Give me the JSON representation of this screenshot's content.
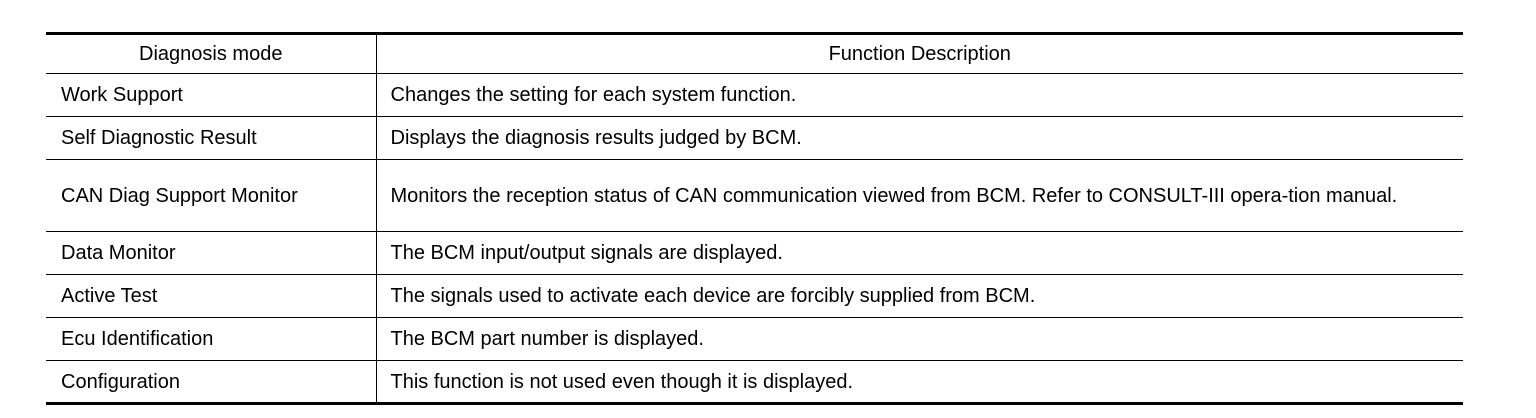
{
  "table": {
    "headers": [
      "Diagnosis mode",
      "Function Description"
    ],
    "rows": [
      {
        "mode": "Work Support",
        "description": "Changes the setting for each system function."
      },
      {
        "mode": "Self Diagnostic Result",
        "description": "Displays the diagnosis results judged by BCM."
      },
      {
        "mode": "CAN Diag Support Monitor",
        "description": "Monitors the reception status of CAN communication viewed from BCM. Refer to CONSULT-III opera-tion manual."
      },
      {
        "mode": "Data Monitor",
        "description": "The BCM input/output signals are displayed."
      },
      {
        "mode": "Active Test",
        "description": "The signals used to activate each device are forcibly supplied from BCM."
      },
      {
        "mode": "Ecu Identification",
        "description": "The BCM part number is displayed."
      },
      {
        "mode": "Configuration",
        "description": "This function is not used even though it is displayed."
      }
    ]
  }
}
